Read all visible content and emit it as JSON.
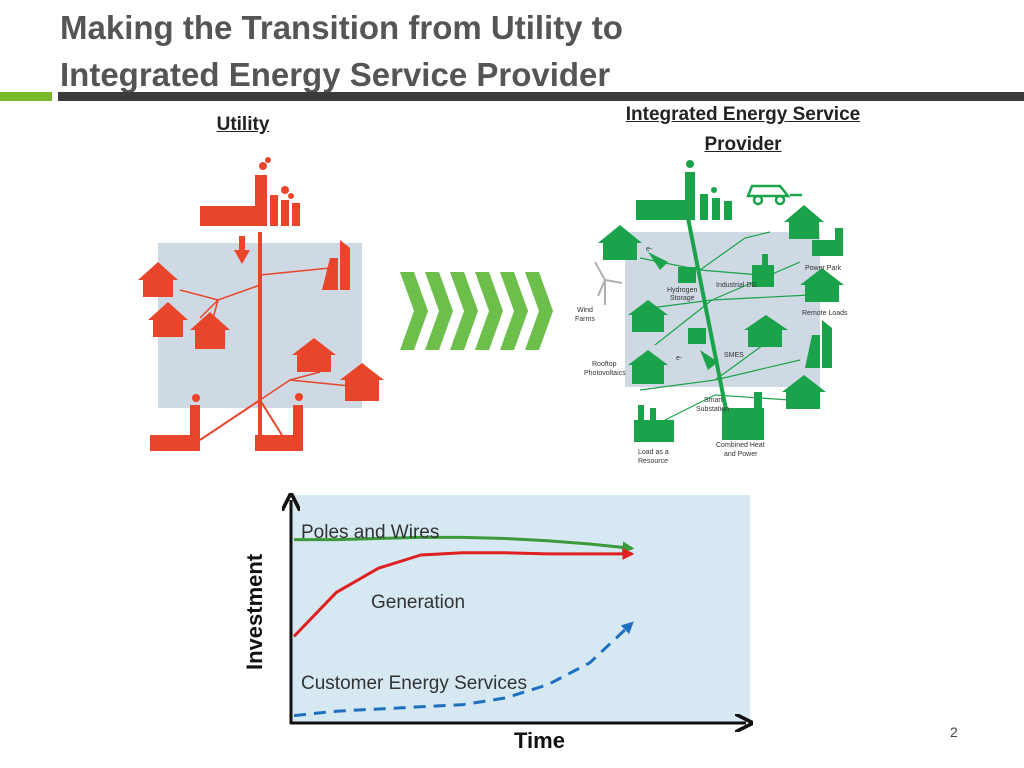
{
  "slide": {
    "title_line1": "Making the Transition from Utility to",
    "title_line2": "Integrated Energy Service Provider",
    "page_number": "2"
  },
  "left_panel": {
    "heading": "Utility",
    "color": "#e8452a"
  },
  "right_panel": {
    "heading": "Integrated Energy Service Provider",
    "color": "#1aa34a",
    "labels": {
      "power_park": "Power Park",
      "remote_loads": "Remote Loads",
      "hydrogen_storage_1": "Hydrogen",
      "hydrogen_storage_2": "Storage",
      "industrial_dg": "Industrial DG",
      "wind_farms_1": "Wind",
      "wind_farms_2": "Farms",
      "rooftop_1": "Rooftop",
      "rooftop_2": "Photovoltaics",
      "smes": "SMES",
      "smart_substation_1": "Smart",
      "smart_substation_2": "Substation",
      "load_resource_1": "Load as a",
      "load_resource_2": "Resource",
      "chp_1": "Combined Heat",
      "chp_2": "and Power",
      "e_minus_1": "e-",
      "e_minus_2": "e-"
    }
  },
  "arrows_color": "#6cbf4b",
  "chart_data": {
    "type": "line",
    "xlabel": "Time",
    "ylabel": "Investment",
    "x": [
      0,
      1,
      2,
      3,
      4,
      5,
      6,
      7,
      8
    ],
    "series": [
      {
        "name": "Poles and Wires",
        "color": "#3a9a3a",
        "style": "solid",
        "values": [
          8.2,
          8.2,
          8.25,
          8.3,
          8.3,
          8.25,
          8.15,
          8.0,
          7.8
        ]
      },
      {
        "name": "Generation",
        "color": "#e02020",
        "style": "solid",
        "values": [
          3.8,
          5.8,
          6.9,
          7.5,
          7.6,
          7.6,
          7.55,
          7.55,
          7.55
        ]
      },
      {
        "name": "Customer Energy Services",
        "color": "#1f6fc0",
        "style": "dashed",
        "values": [
          0.2,
          0.4,
          0.5,
          0.6,
          0.7,
          1.0,
          1.6,
          2.6,
          4.4
        ]
      }
    ],
    "background": "#d6e8f1"
  }
}
